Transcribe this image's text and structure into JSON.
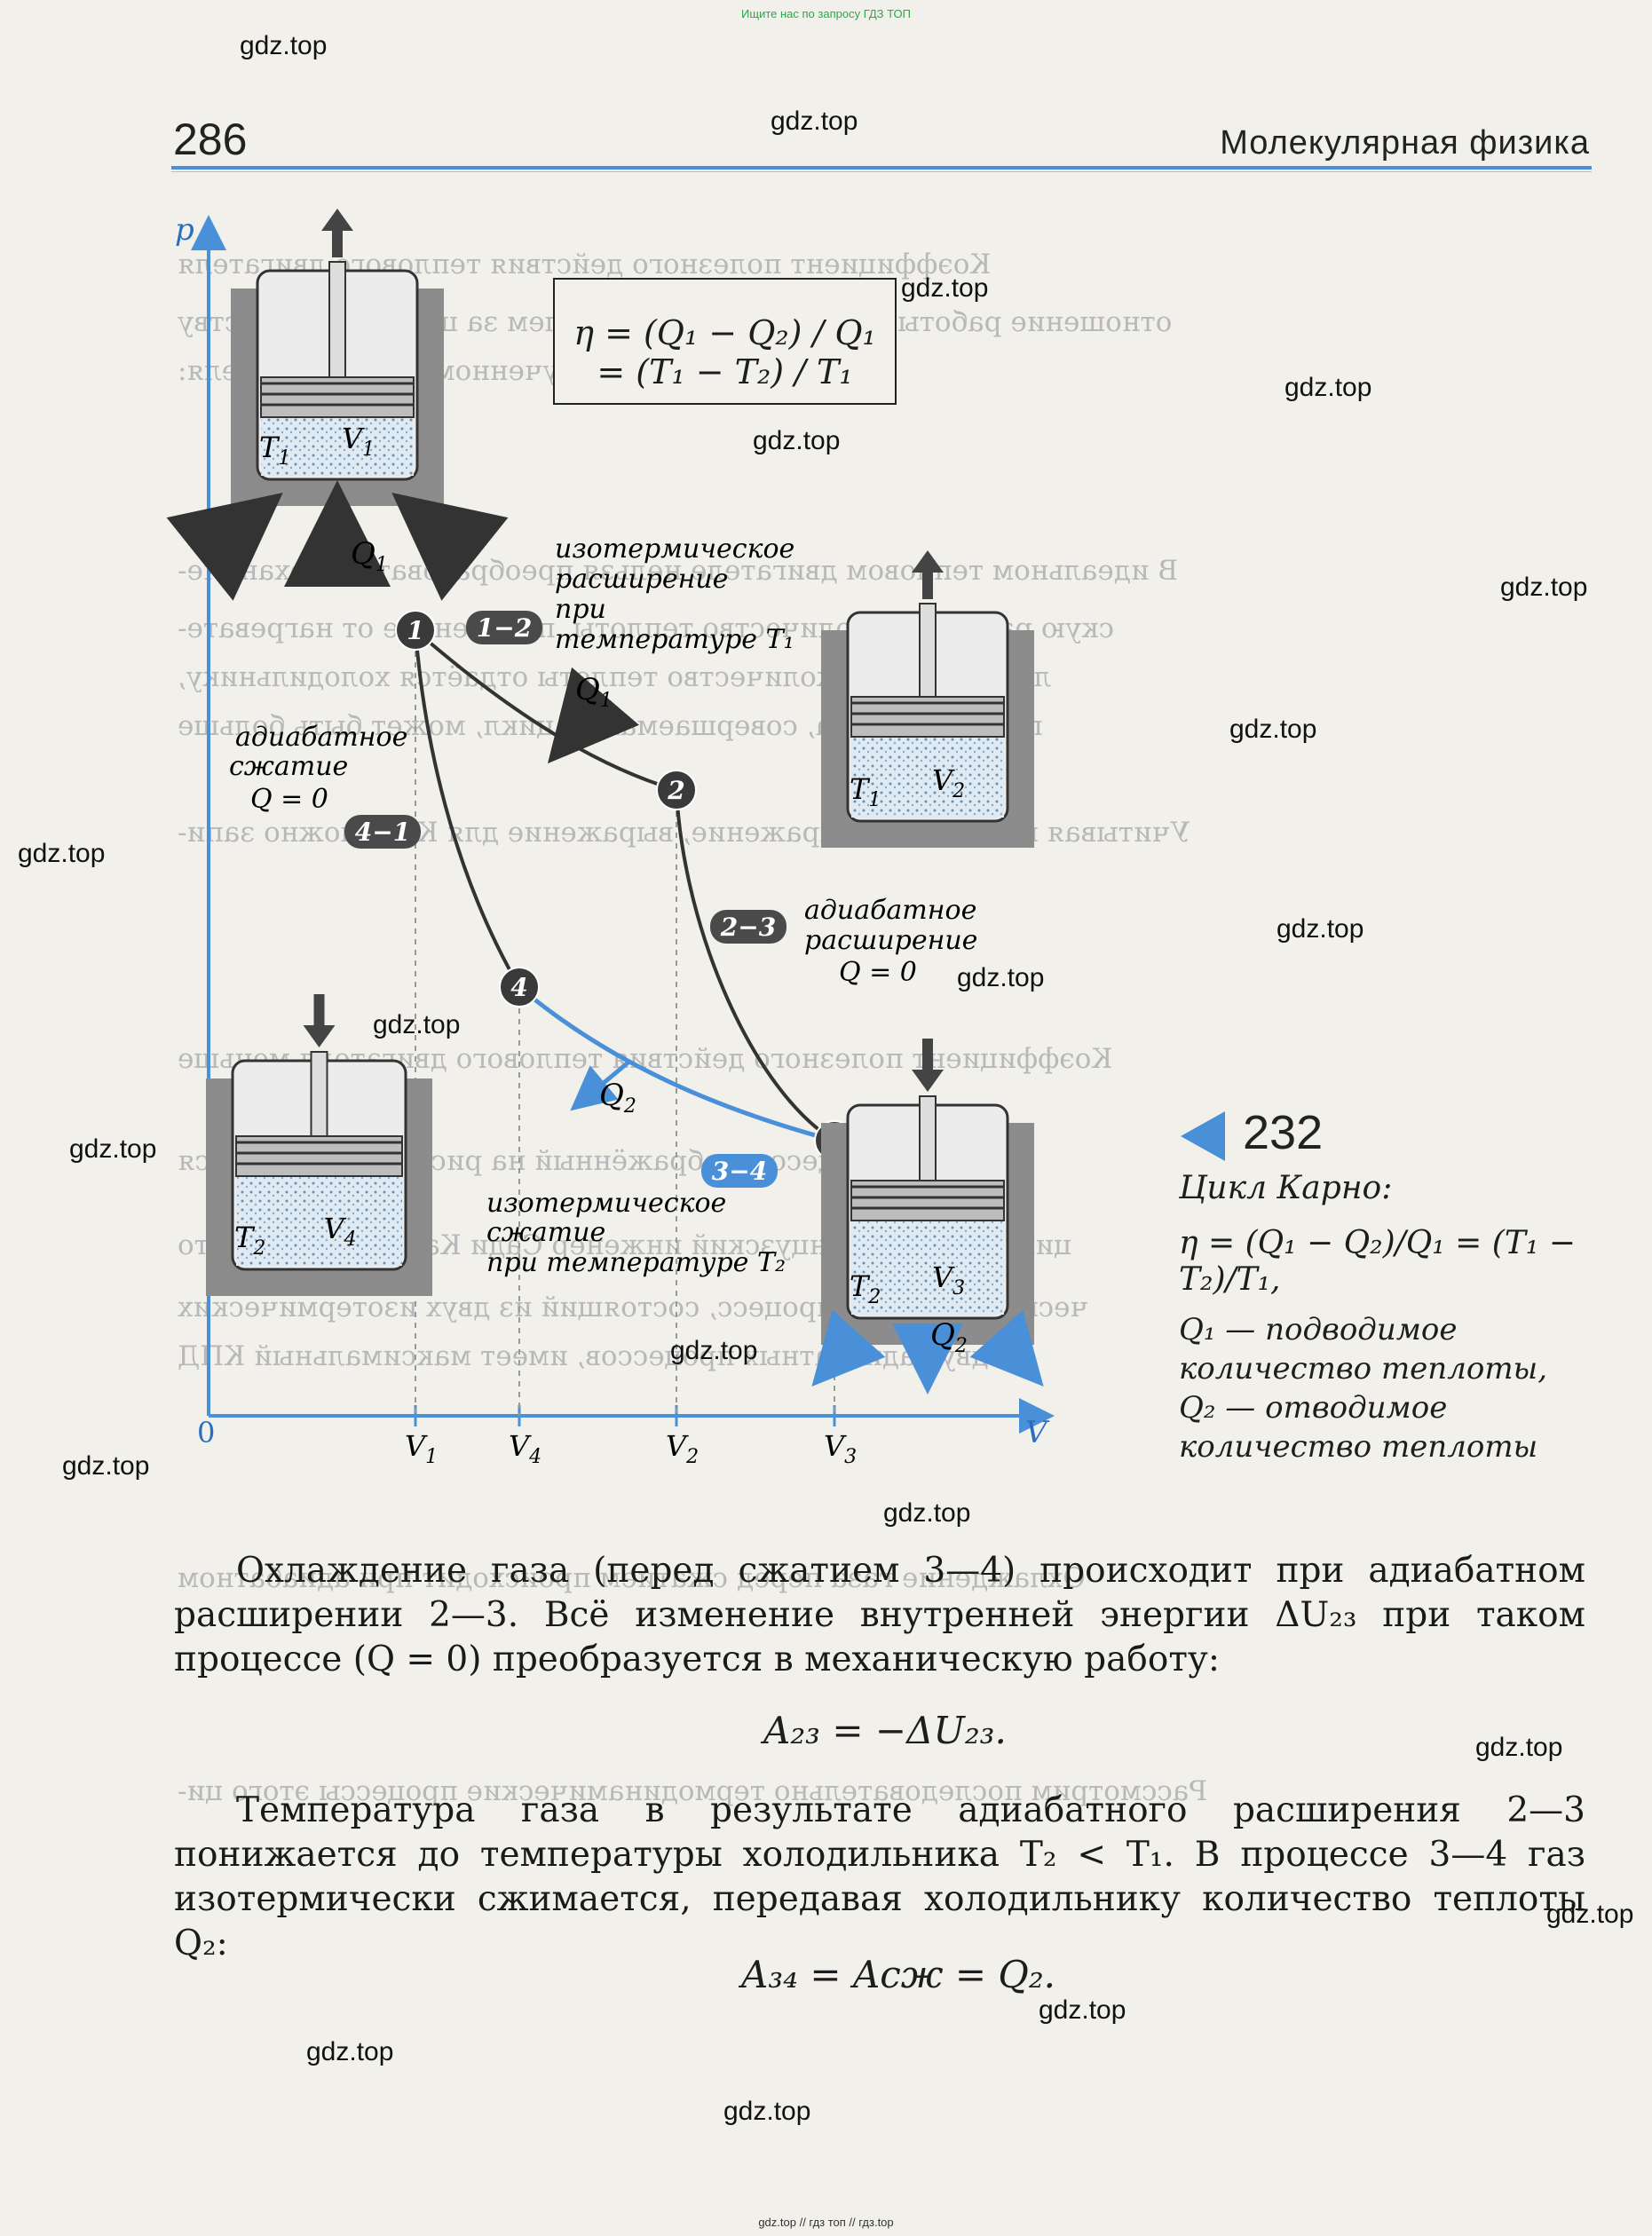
{
  "watermark_top": "Ищите нас по запросу ГДЗ ТОП",
  "watermark_bottom": "gdz.top // гдз топ // гдз.top",
  "watermark": "gdz.top",
  "page_number": "286",
  "section_title": "Молекулярная физика",
  "bleed_lines": [
    "Коэффициент полезного действия теплового двигателя",
    "отношение работы, совершаемой двигателем за цикл, к количеству",
    "теплоты, полученному от нагревателя:",
    "В идеальном тепловом двигателе нельзя преобразовать в механиче-",
    "скую работу всё количество теплоты, полученное от нагревате-",
    "ля. Некоторое количество теплоты отдаётся холодильнику,",
    "поэтому работа, совершаемая за цикл, может быть больше",
    "Учитывая полученное выражение, выражение для КПД можно запи-",
    "Коэффициент полезного действия теплового двигателя меньше",
    "Круговой процесс, изображённый на рисунке, называется",
    "цикл Карно. Французский инженер Сади Карно показал, что",
    "ческий круговой процесс, состоящий из двух изотермических",
    "и двух адиабатных процессов, имеет максимальный КПД",
    "Охлаждение газа перед сжатием происходит при адиабатном",
    "Рассмотрим последовательно термодинамические процессы этого ци-"
  ],
  "formula_box": "η = (Q₁ − Q₂) / Q₁ = (T₁ − T₂) / T₁",
  "diagram": {
    "axis_p": "p",
    "axis_v": "V",
    "origin": "0",
    "volume_ticks": [
      "V",
      "V",
      "V",
      "V"
    ],
    "volume_subs": [
      "1",
      "4",
      "2",
      "3"
    ],
    "points": [
      "1",
      "2",
      "3",
      "4"
    ],
    "segments": [
      "1−2",
      "2−3",
      "3−4",
      "4−1"
    ],
    "q1_top": "Q",
    "q1_top_sub": "1",
    "q1_mid": "Q",
    "q1_mid_sub": "1",
    "q2_mid": "Q",
    "q2_mid_sub": "2",
    "q2_bottom": "Q",
    "q2_bottom_sub": "2",
    "cyl1": {
      "t": "T",
      "t_sub": "1",
      "v": "V",
      "v_sub": "1"
    },
    "cyl2": {
      "t": "T",
      "t_sub": "1",
      "v": "V",
      "v_sub": "2"
    },
    "cyl3": {
      "t": "T",
      "t_sub": "2",
      "v": "V",
      "v_sub": "3"
    },
    "cyl4": {
      "t": "T",
      "t_sub": "2",
      "v": "V",
      "v_sub": "4"
    },
    "label_12": [
      "изотермическое",
      "расширение",
      "при",
      "температуре T₁"
    ],
    "label_23": [
      "адиабатное",
      "расширение",
      "Q = 0"
    ],
    "label_34": [
      "изотермическое",
      "сжатие",
      "при температуре T₂"
    ],
    "label_41": [
      "адиабатное",
      "сжатие",
      "Q = 0"
    ]
  },
  "caption": {
    "number": "232",
    "title": "Цикл Карно:",
    "formula": "η = (Q₁ − Q₂)/Q₁ = (T₁ − T₂)/T₁,",
    "lines": [
      "Q₁ — подводимое",
      "количество теплоты,",
      "Q₂ — отводимое",
      "количество теплоты"
    ]
  },
  "paragraph1": "Охлаждение газа (перед сжатием 3—4) происходит при адиабатном расширении 2—3. Всё изменение внутренней энергии ΔU₂₃ при таком процессе (Q = 0) преобразуется в механическую работу:",
  "equation1": "A₂₃ = −ΔU₂₃.",
  "paragraph2": "Температура газа в результате адиабатного расширения 2—3 понижается до температуры холодильника T₂ < T₁. В процессе 3—4 газ изотермически сжимается, передавая холодильнику количество теплоты Q₂:",
  "equation2": "A₃₄ = Aсж = Q₂."
}
